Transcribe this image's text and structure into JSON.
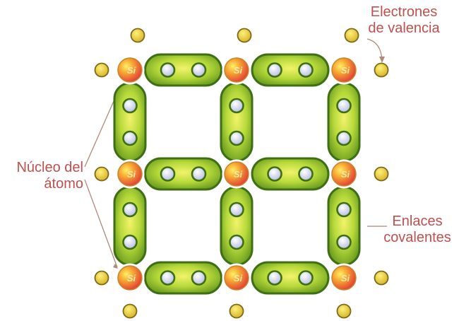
{
  "labels": {
    "valence_line1": "Electrones",
    "valence_line2": "de valencia",
    "nucleus_line1": "Núcleo del",
    "nucleus_line2": "átomo",
    "bonds_line1": "Enlaces",
    "bonds_line2": "covalentes"
  },
  "atom_symbol": "Si",
  "colors": {
    "label": "#c0504d",
    "bond_fill": "#9ccd2f",
    "bond_outline": "#3f6f14",
    "electron_bond": "#cfd3ee",
    "electron_free": "#e2cf43",
    "nucleus_orange": "#f4a531",
    "nucleus_red": "#e9473a",
    "leader_line": "#b08a7a"
  }
}
